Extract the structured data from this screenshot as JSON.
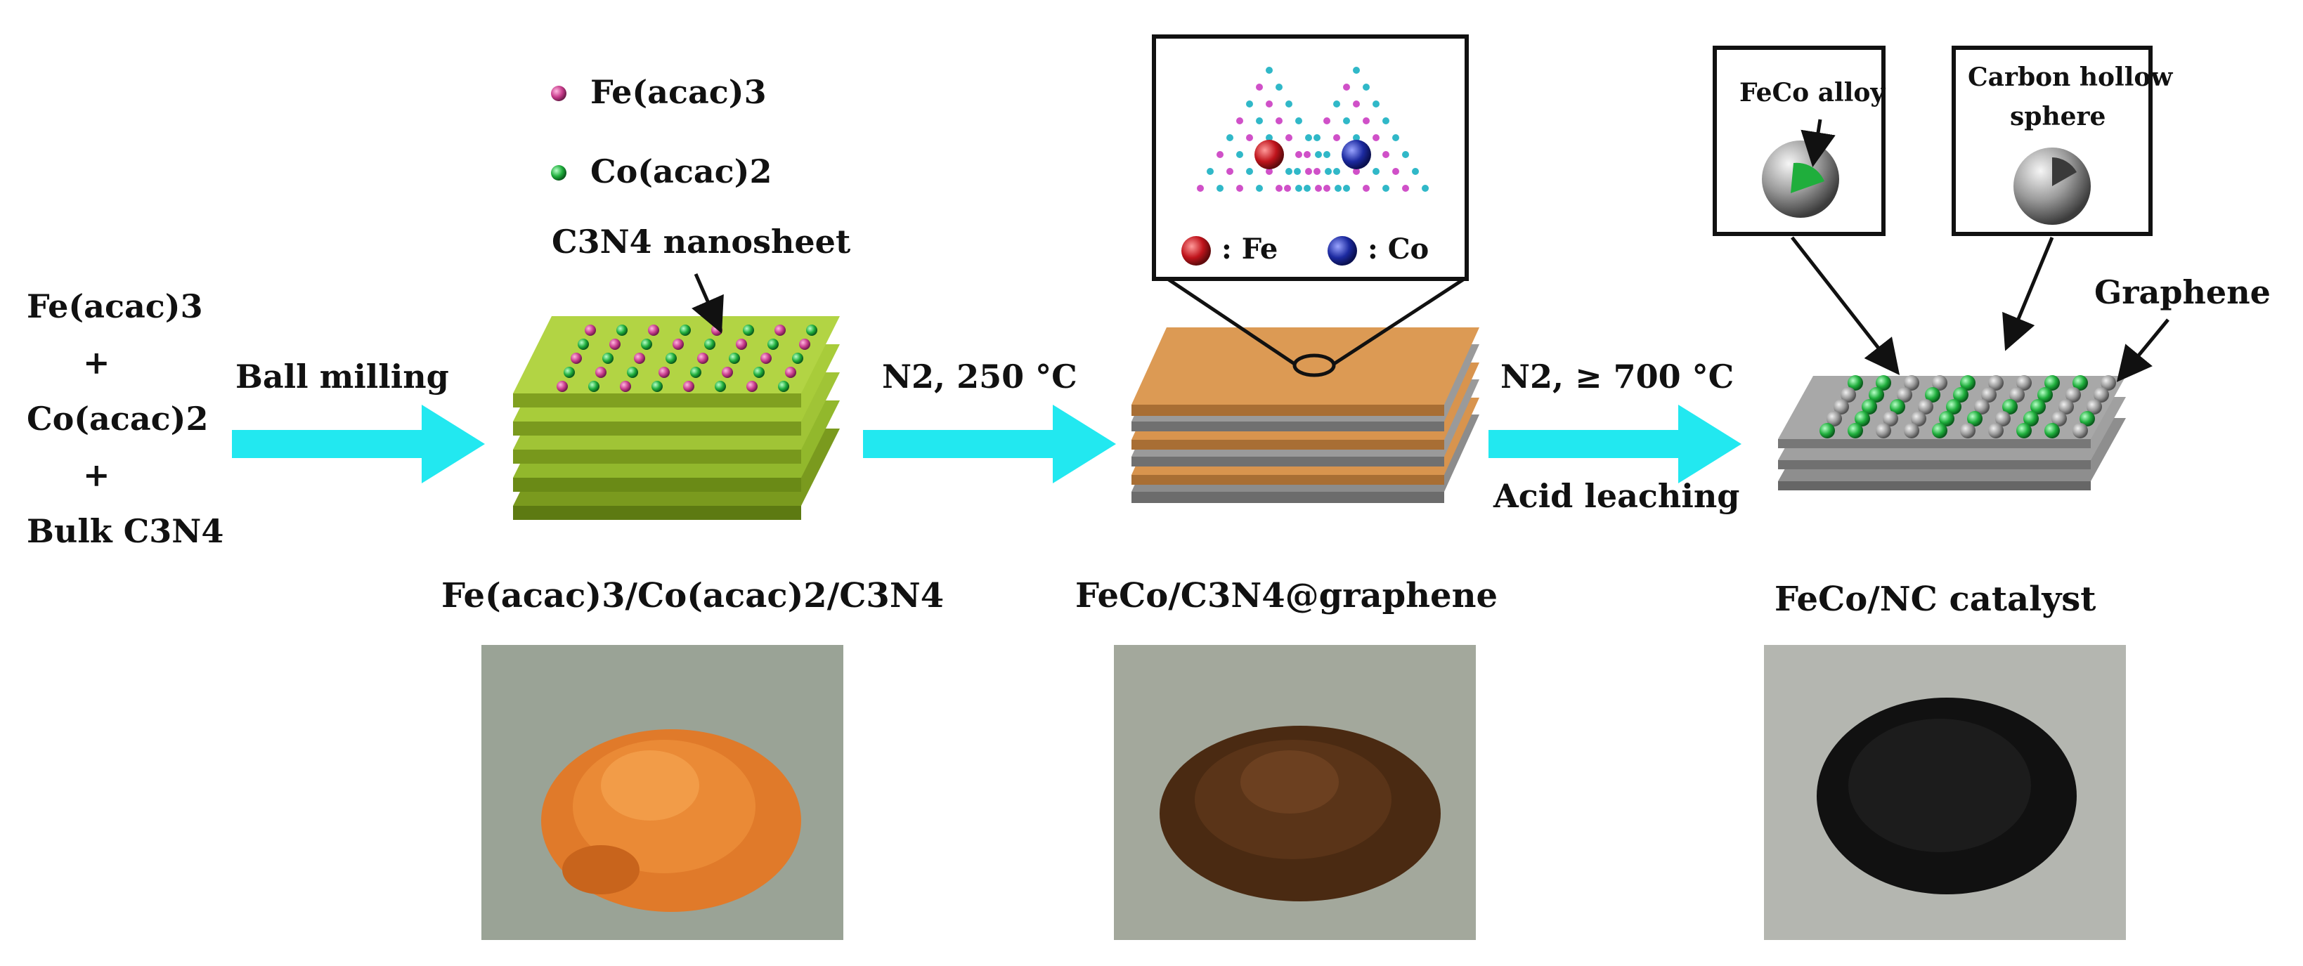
{
  "reactants": {
    "line1": "Fe(acac)3",
    "plus1": "+",
    "line2": "Co(acac)2",
    "plus2": "+",
    "line3": "Bulk C3N4"
  },
  "legend": {
    "fe_precursor": "Fe(acac)3",
    "co_precursor": "Co(acac)2",
    "fe_precursor_color": "#c83c8c",
    "co_precursor_color": "#1fae3c"
  },
  "nanosheet_label": "C3N4 nanosheet",
  "steps": [
    {
      "label": "Ball milling"
    },
    {
      "label": "N2, 250 °C"
    },
    {
      "label": "N2, ≥ 700 °C",
      "sublabel": "Acid leaching"
    }
  ],
  "inset": {
    "fe_label": ": Fe",
    "co_label": ": Co",
    "fe_color": "#c0141c",
    "co_color": "#1c2aa0"
  },
  "callouts": {
    "alloy": "FeCo alloy",
    "sphere_line1": "Carbon hollow",
    "sphere_line2": "sphere",
    "graphene": "Graphene"
  },
  "products": [
    {
      "label": "Fe(acac)3/Co(acac)2/C3N4",
      "powder_color": "#e07a2a"
    },
    {
      "label": "FeCo/C3N4@graphene",
      "powder_color": "#4a2a12"
    },
    {
      "label": "FeCo/NC catalyst",
      "powder_color": "#111111"
    }
  ],
  "colors": {
    "arrow": "#22e8f0",
    "nanosheet": "#a8cc3a",
    "orange_sheet": "#d8944e",
    "gray_sheet": "#9a9a9a"
  }
}
